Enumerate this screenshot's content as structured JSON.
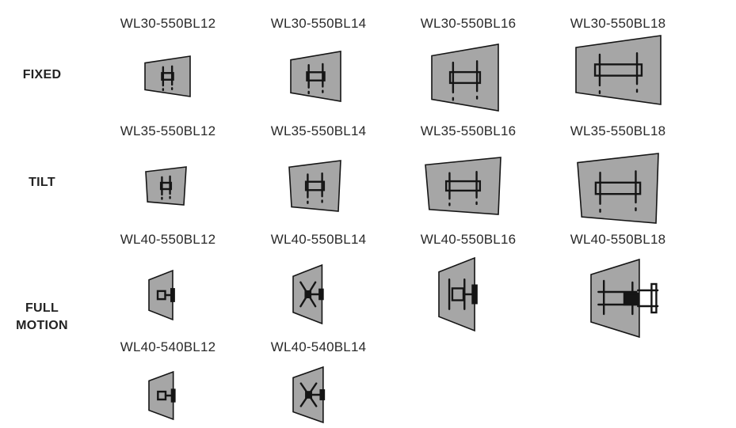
{
  "rows": [
    {
      "label": "FIXED",
      "type": "fixed",
      "products": [
        "WL30-550BL12",
        "WL30-550BL14",
        "WL30-550BL16",
        "WL30-550BL18"
      ]
    },
    {
      "label": "TILT",
      "type": "tilt",
      "products": [
        "WL35-550BL12",
        "WL35-550BL14",
        "WL35-550BL16",
        "WL35-550BL18"
      ]
    },
    {
      "label": "FULL MOTION",
      "type": "full-motion",
      "products": [
        "WL40-550BL12",
        "WL40-550BL14",
        "WL40-550BL16",
        "WL40-550BL18",
        "WL40-540BL12",
        "WL40-540BL14"
      ]
    }
  ],
  "colors": {
    "panel": "#a6a6a6",
    "outline": "#151515",
    "text": "#222222"
  }
}
